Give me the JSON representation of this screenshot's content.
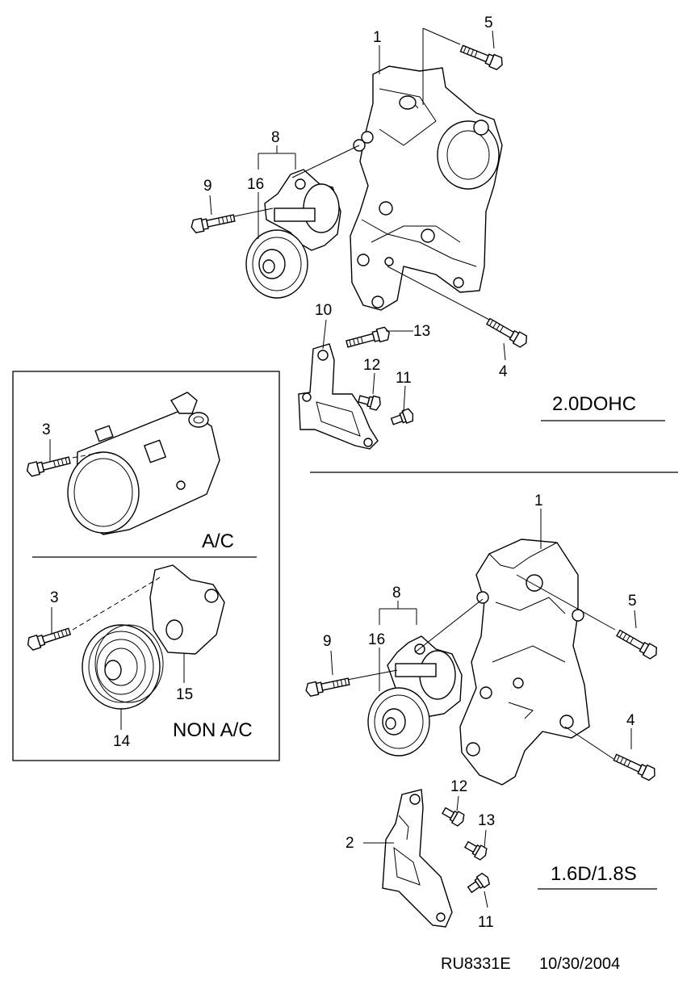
{
  "sections": {
    "top_variant": "2.0DOHC",
    "bottom_variant": "1.6D/1.8S",
    "inset_ac": "A/C",
    "inset_non_ac": "NON A/C"
  },
  "callouts": {
    "top": {
      "bracket": "1",
      "bolt_upper": "5",
      "tensioner": "8",
      "tensioner_bolt": "9",
      "pulley": "16",
      "bracket_small": "10",
      "bolt_13": "13",
      "nut_12": "12",
      "bolt_11": "11",
      "bolt_lower": "4"
    },
    "inset": {
      "ac_bolt": "3",
      "nonac_bolt": "3",
      "idler_pulley": "14",
      "idler_bracket": "15"
    },
    "bottom": {
      "bracket": "1",
      "bolt_upper": "5",
      "tensioner": "8",
      "tensioner_bolt": "9",
      "pulley": "16",
      "bolt_lower": "4",
      "bracket_small": "2",
      "nut_12": "12",
      "bolt_13": "13",
      "bolt_11": "11"
    }
  },
  "footer": {
    "drawing_code": "RU8331E",
    "date": "10/30/2004"
  }
}
